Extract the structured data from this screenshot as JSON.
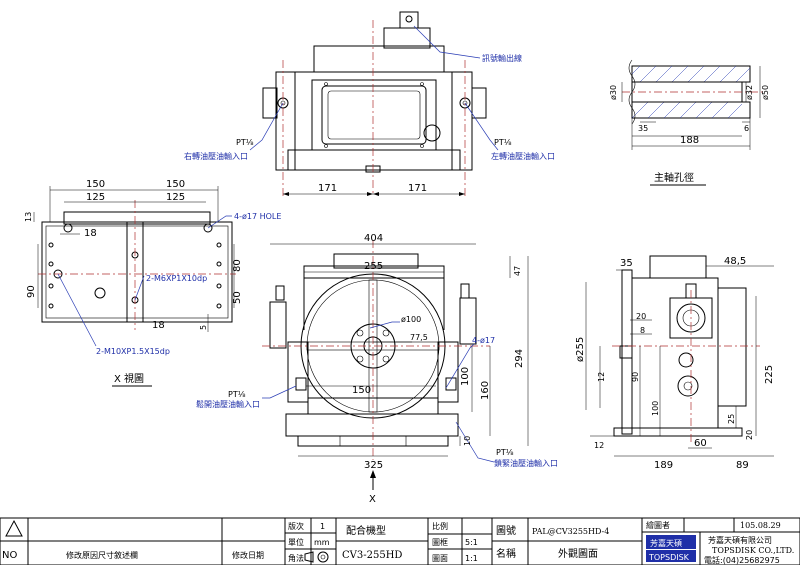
{
  "callouts": {
    "signal_outlet": "訊號輸出線",
    "right_oil_inlet": "右轉油壓油輸入口",
    "left_oil_inlet": "左轉油壓油輸入口",
    "loosen_oil_inlet": "鬆開油壓油輸入口",
    "clamp_oil_inlet": "鎖緊油壓油輸入口",
    "pt_mark": "PT⅛",
    "holes_4_17": "4-ø17 HOLE",
    "holes_4_17b": "4-ø17",
    "m6": "2-M6XP1X10dp",
    "m10": "2-M10XP1.5X15dp"
  },
  "view_labels": {
    "x_view": "X 視圖",
    "x_arrow": "X",
    "spindle_bore": "主軸孔徑"
  },
  "dims": {
    "top_171a": "171",
    "top_171b": "171",
    "left_150a": "150",
    "left_150b": "150",
    "left_125a": "125",
    "left_125b": "125",
    "left_13": "13",
    "left_18a": "18",
    "left_18b": "18",
    "left_90": "90",
    "left_80": "80",
    "left_50": "50",
    "left_5": "5",
    "front_404": "404",
    "front_255": "255",
    "front_47": "47",
    "front_100dia": "ø100",
    "front_77_5": "77,5",
    "front_150": "150",
    "front_294": "294",
    "front_160": "160",
    "front_100": "100",
    "front_10": "10",
    "front_325": "325",
    "side_35": "35",
    "side_48_5": "48,5",
    "side_20": "20",
    "side_8": "8",
    "side_255dia": "ø255",
    "side_12a": "12",
    "side_12b": "12",
    "side_90": "90",
    "side_100": "100",
    "side_225": "225",
    "side_60": "60",
    "side_25": "25",
    "side_20b": "20",
    "side_189": "189",
    "side_89": "89",
    "bore_30": "ø30",
    "bore_32": "ø32",
    "bore_50": "ø50",
    "bore_35": "35",
    "bore_6": "6",
    "bore_188": "188"
  },
  "title_block": {
    "no_label": "NO",
    "revision_content": "修改原因尺寸敘述欄",
    "revision_date": "修改日期",
    "edition_label": "版次",
    "edition_value": "1",
    "unit_label": "單位",
    "unit_value": "mm",
    "angle_label": "角法",
    "model_label": "配合機型",
    "model_value": "CV3-255HD",
    "scale_label": "比例",
    "frame_label": "圖框",
    "frame_value": "5:1",
    "surface_label": "圖面",
    "surface_value": "1:1",
    "drawing_no_label": "圖號",
    "drawing_no_value": "PAL@CV3255HD-4",
    "name_label": "名稱",
    "name_value": "外觀圖面",
    "drafter_label": "繪圖者",
    "date_value": "105.08.29",
    "logo_cn": "芳嘉天碩",
    "logo_en": "TOPSDISK",
    "company_cn": "芳嘉天碩有限公司",
    "company_en": "TOPSDISK CO.,LTD.",
    "phone": "電話:(04)25682975"
  }
}
